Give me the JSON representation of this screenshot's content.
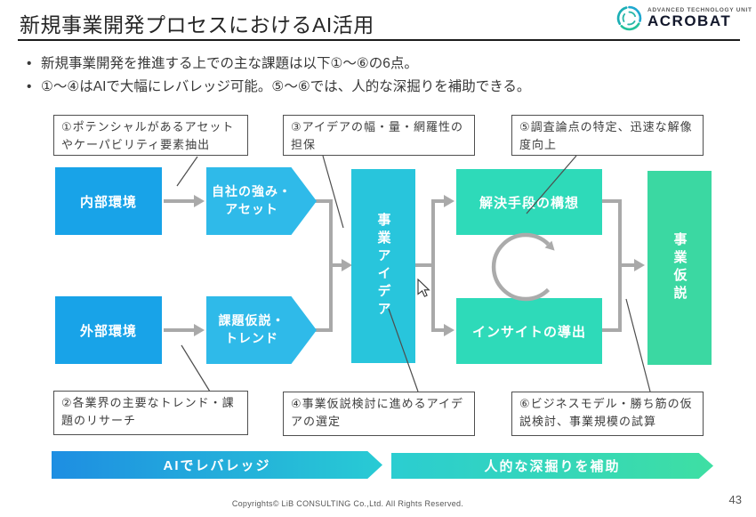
{
  "slide": {
    "title": "新規事業開発プロセスにおけるAI活用",
    "logo": {
      "unit": "ADVANCED TECHNOLOGY UNIT",
      "name": "ACROBAT"
    },
    "bullets": [
      "新規事業開発を推進する上での主な課題は以下①～⑥の6点。",
      "①～④はAIで大幅にレバレッジ可能。⑤～⑥では、人的な深掘りを補助できる。"
    ],
    "callouts": {
      "c1": "①ポテンシャルがあるアセットやケーパビリティ要素抽出",
      "c2": "②各業界の主要なトレンド・課題のリサーチ",
      "c3": "③アイデアの幅・量・網羅性の担保",
      "c4": "④事業仮説検討に進めるアイデアの選定",
      "c5": "⑤調査論点の特定、迅速な解像度向上",
      "c6": "⑥ビジネスモデル・勝ち筋の仮説検討、事業規模の試算"
    },
    "flow": {
      "internal_env": "内部環境",
      "external_env": "外部環境",
      "strengths_l1": "自社の強み・",
      "strengths_l2": "アセット",
      "issues_l1": "課題仮説・",
      "issues_l2": "トレンド",
      "business_idea": "事業アイデア",
      "solution": "解決手段の構想",
      "insight": "インサイトの導出",
      "hypothesis": "事業仮説"
    },
    "stage_arrows": {
      "left": "AIでレバレッジ",
      "right": "人的な深掘りを補助"
    },
    "footer": {
      "copyright": "Copyrights© LiB CONSULTING Co.,Ltd.  All Rights Reserved.",
      "page": "43"
    }
  },
  "colors": {
    "env_blue": "#18A3E8",
    "chevron_blue": "#2FBAE9",
    "idea_cyan": "#28C5DC",
    "loop_teal": "#2EDAB9",
    "hypothesis_green": "#3BD8A2",
    "connector_gray": "#A9A9A9",
    "gradient_left_start": "#1E8EE2",
    "gradient_left_end": "#28CBD4",
    "gradient_right_start": "#2BCDD1",
    "gradient_right_end": "#3EDFA3"
  }
}
